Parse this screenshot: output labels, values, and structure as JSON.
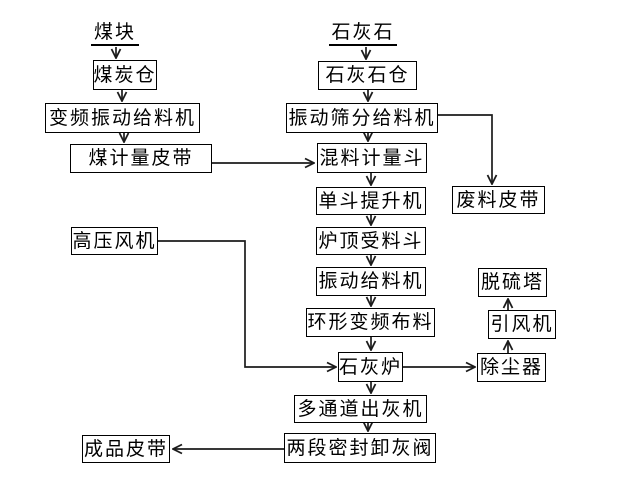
{
  "diagram": {
    "type": "flowchart",
    "background_color": "#ffffff",
    "line_color": "#1c1c1c",
    "box_border_color": "#000000",
    "nodes": {
      "coal_source": {
        "label": "煤块"
      },
      "coal_bunker": {
        "label": "煤炭仓"
      },
      "coal_vf_feeder": {
        "label": "变频振动给料机"
      },
      "coal_weigh_belt": {
        "label": "煤计量皮带"
      },
      "limestone_source": {
        "label": "石灰石"
      },
      "limestone_bunker": {
        "label": "石灰石仓"
      },
      "vib_screen_feeder": {
        "label": "振动筛分给料机"
      },
      "mix_weigh_hopper": {
        "label": "混料计量斗"
      },
      "bucket_elevator": {
        "label": "单斗提升机"
      },
      "kiln_top_hopper": {
        "label": "炉顶受料斗"
      },
      "vib_feeder": {
        "label": "振动给料机"
      },
      "ring_vf_distributor": {
        "label": "环形变频布料"
      },
      "lime_kiln": {
        "label": "石灰炉"
      },
      "multi_channel_ash_discharger": {
        "label": "多通道出灰机"
      },
      "two_stage_ash_valve": {
        "label": "两段密封卸灰阀"
      },
      "product_belt": {
        "label": "成品皮带"
      },
      "hp_fan": {
        "label": "高压风机"
      },
      "waste_belt": {
        "label": "废料皮带"
      },
      "desulfurization_tower": {
        "label": "脱硫塔"
      },
      "induced_draft_fan": {
        "label": "引风机"
      },
      "dust_collector": {
        "label": "除尘器"
      }
    },
    "edges": [
      {
        "from": "coal_source",
        "to": "coal_bunker"
      },
      {
        "from": "coal_bunker",
        "to": "coal_vf_feeder"
      },
      {
        "from": "coal_vf_feeder",
        "to": "coal_weigh_belt"
      },
      {
        "from": "coal_weigh_belt",
        "to": "mix_weigh_hopper"
      },
      {
        "from": "limestone_source",
        "to": "limestone_bunker"
      },
      {
        "from": "limestone_bunker",
        "to": "vib_screen_feeder"
      },
      {
        "from": "vib_screen_feeder",
        "to": "mix_weigh_hopper"
      },
      {
        "from": "vib_screen_feeder",
        "to": "waste_belt"
      },
      {
        "from": "mix_weigh_hopper",
        "to": "bucket_elevator"
      },
      {
        "from": "bucket_elevator",
        "to": "kiln_top_hopper"
      },
      {
        "from": "kiln_top_hopper",
        "to": "vib_feeder"
      },
      {
        "from": "vib_feeder",
        "to": "ring_vf_distributor"
      },
      {
        "from": "ring_vf_distributor",
        "to": "lime_kiln"
      },
      {
        "from": "hp_fan",
        "to": "lime_kiln"
      },
      {
        "from": "lime_kiln",
        "to": "dust_collector"
      },
      {
        "from": "dust_collector",
        "to": "induced_draft_fan"
      },
      {
        "from": "induced_draft_fan",
        "to": "desulfurization_tower"
      },
      {
        "from": "lime_kiln",
        "to": "multi_channel_ash_discharger"
      },
      {
        "from": "multi_channel_ash_discharger",
        "to": "two_stage_ash_valve"
      },
      {
        "from": "two_stage_ash_valve",
        "to": "product_belt"
      }
    ]
  }
}
